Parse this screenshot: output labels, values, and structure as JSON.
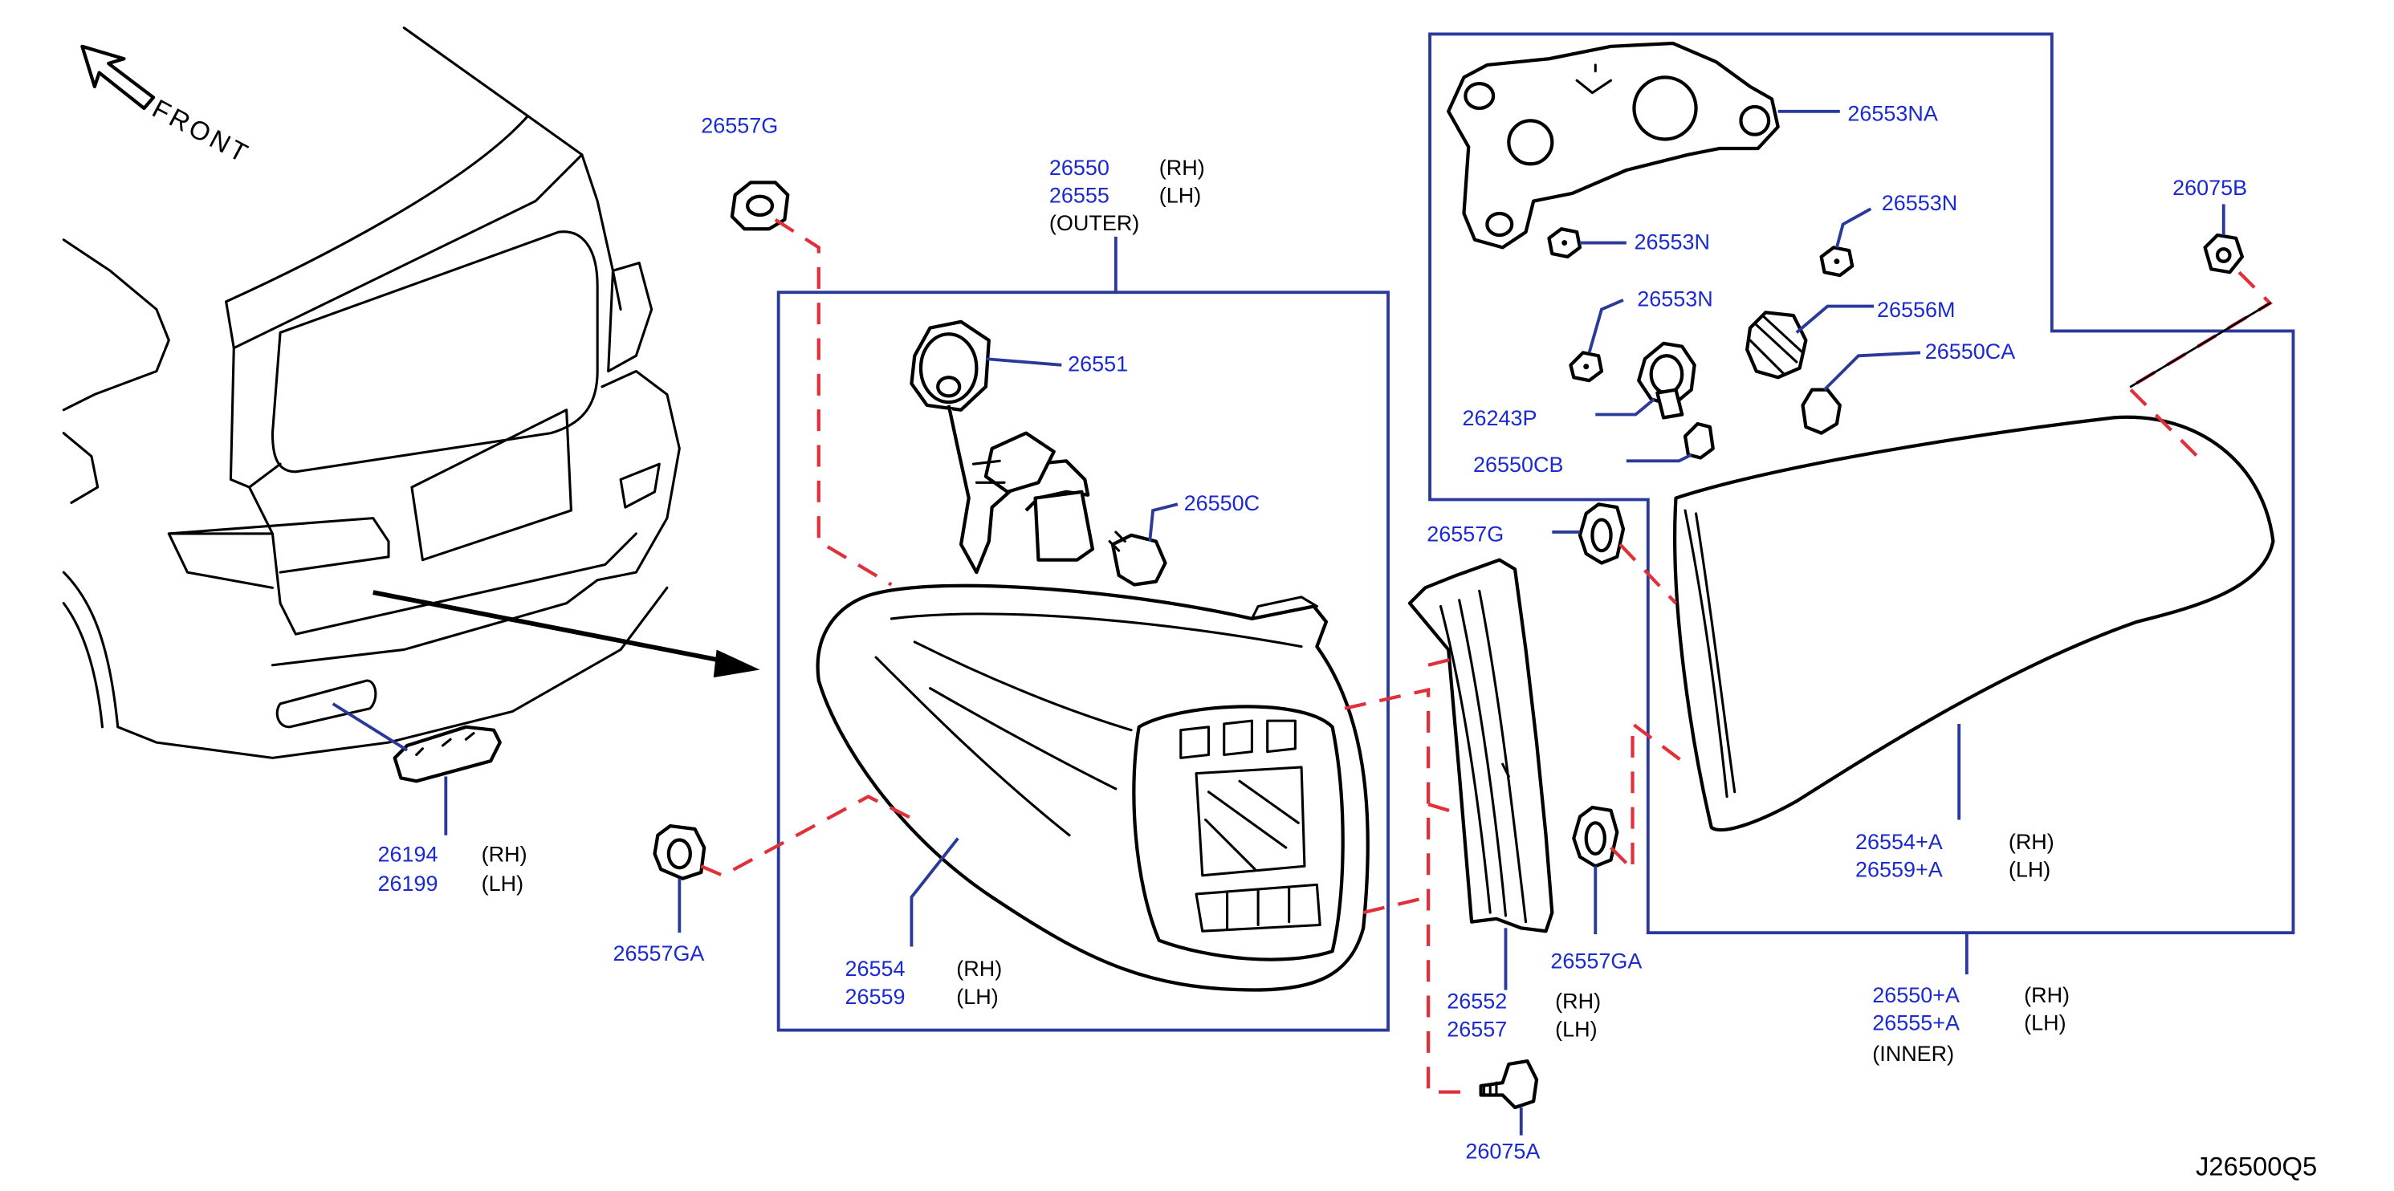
{
  "diagram_ref": "J26500Q5",
  "front_label": "FRONT",
  "colors": {
    "part_number": "#1a2ad0",
    "leader": "#2a3a9a",
    "fit_line": "#e0303a",
    "line_art": "#000000"
  },
  "callouts": {
    "c26557g_top": {
      "pn": "26557G"
    },
    "c26550": {
      "pn1": "26550",
      "side1": "(RH)",
      "pn2": "26555",
      "side2": "(LH)",
      "note": "(OUTER)"
    },
    "c26551": {
      "pn": "26551"
    },
    "c26550c": {
      "pn": "26550C"
    },
    "c26194": {
      "pn1": "26194",
      "side1": "(RH)",
      "pn2": "26199",
      "side2": "(LH)"
    },
    "c26557ga_left": {
      "pn": "26557GA"
    },
    "c26554": {
      "pn1": "26554",
      "side1": "(RH)",
      "pn2": "26559",
      "side2": "(LH)"
    },
    "c26553na": {
      "pn": "26553NA"
    },
    "c26553n_a": {
      "pn": "26553N"
    },
    "c26553n_b": {
      "pn": "26553N"
    },
    "c26553n_c": {
      "pn": "26553N"
    },
    "c26556m": {
      "pn": "26556M"
    },
    "c26550ca": {
      "pn": "26550CA"
    },
    "c26243p": {
      "pn": "26243P"
    },
    "c26550cb": {
      "pn": "26550CB"
    },
    "c26075b": {
      "pn": "26075B"
    },
    "c26557g_mid": {
      "pn": "26557G"
    },
    "c26557ga_right": {
      "pn": "26557GA"
    },
    "c26552": {
      "pn1": "26552",
      "side1": "(RH)",
      "pn2": "26557",
      "side2": "(LH)"
    },
    "c26075a": {
      "pn": "26075A"
    },
    "c26554a": {
      "pn1": "26554+A",
      "side1": "(RH)",
      "pn2": "26559+A",
      "side2": "(LH)"
    },
    "c26550a": {
      "pn1": "26550+A",
      "side1": "(RH)",
      "pn2": "26555+A",
      "side2": "(LH)",
      "note": "(INNER)"
    }
  }
}
